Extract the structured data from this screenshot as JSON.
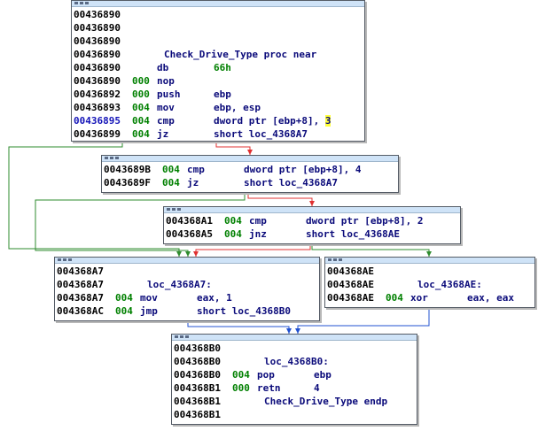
{
  "colors": {
    "edge_taken": "#2e8b2e",
    "edge_not_taken": "#e03030",
    "edge_unconditional": "#2050d0",
    "address": "#000000",
    "selected_address": "#1414b8",
    "stack_pointer": "#008000",
    "mnemonic": "#0a0a7a",
    "highlight": "#ffff3a",
    "node_title": "#cfe3f7"
  },
  "nodes": [
    {
      "id": "n1",
      "rows": [
        {
          "addr": "00436890"
        },
        {
          "addr": "00436890"
        },
        {
          "addr": "00436890"
        },
        {
          "addr": "00436890",
          "label": "Check_Drive_Type proc near"
        },
        {
          "addr": "00436890",
          "mnem": "db",
          "ops": "66h"
        },
        {
          "addr": "00436890",
          "sp": "000",
          "mnem": "nop"
        },
        {
          "addr": "00436892",
          "sp": "000",
          "mnem": "push",
          "ops": "ebp"
        },
        {
          "addr": "00436893",
          "sp": "004",
          "mnem": "mov",
          "ops": "ebp, esp"
        },
        {
          "addr": "00436895",
          "sp": "004",
          "mnem": "cmp",
          "ops": "dword ptr [ebp+8], ",
          "hl": "3",
          "selected": true
        },
        {
          "addr": "00436899",
          "sp": "004",
          "mnem": "jz",
          "ops": "short loc_4368A7"
        }
      ]
    },
    {
      "id": "n2",
      "rows": [
        {
          "addr": "0043689B",
          "sp": "004",
          "mnem": "cmp",
          "ops": "dword ptr [ebp+8], 4"
        },
        {
          "addr": "0043689F",
          "sp": "004",
          "mnem": "jz",
          "ops": "short loc_4368A7"
        }
      ]
    },
    {
      "id": "n3",
      "rows": [
        {
          "addr": "004368A1",
          "sp": "004",
          "mnem": "cmp",
          "ops": "dword ptr [ebp+8], 2"
        },
        {
          "addr": "004368A5",
          "sp": "004",
          "mnem": "jnz",
          "ops": "short loc_4368AE"
        }
      ]
    },
    {
      "id": "n4",
      "rows": [
        {
          "addr": "004368A7"
        },
        {
          "addr": "004368A7",
          "label": "loc_4368A7:"
        },
        {
          "addr": "004368A7",
          "sp": "004",
          "mnem": "mov",
          "ops": "eax, 1"
        },
        {
          "addr": "004368AC",
          "sp": "004",
          "mnem": "jmp",
          "ops": "short loc_4368B0"
        }
      ]
    },
    {
      "id": "n5",
      "rows": [
        {
          "addr": "004368AE"
        },
        {
          "addr": "004368AE",
          "label": "loc_4368AE:"
        },
        {
          "addr": "004368AE",
          "sp": "004",
          "mnem": "xor",
          "ops": "eax, eax"
        }
      ]
    },
    {
      "id": "n6",
      "rows": [
        {
          "addr": "004368B0"
        },
        {
          "addr": "004368B0",
          "label": "loc_4368B0:"
        },
        {
          "addr": "004368B0",
          "sp": "004",
          "mnem": "pop",
          "ops": "ebp"
        },
        {
          "addr": "004368B1",
          "sp": "000",
          "mnem": "retn",
          "ops": "4"
        },
        {
          "addr": "004368B1",
          "label": "Check_Drive_Type endp"
        },
        {
          "addr": "004368B1"
        }
      ]
    }
  ]
}
